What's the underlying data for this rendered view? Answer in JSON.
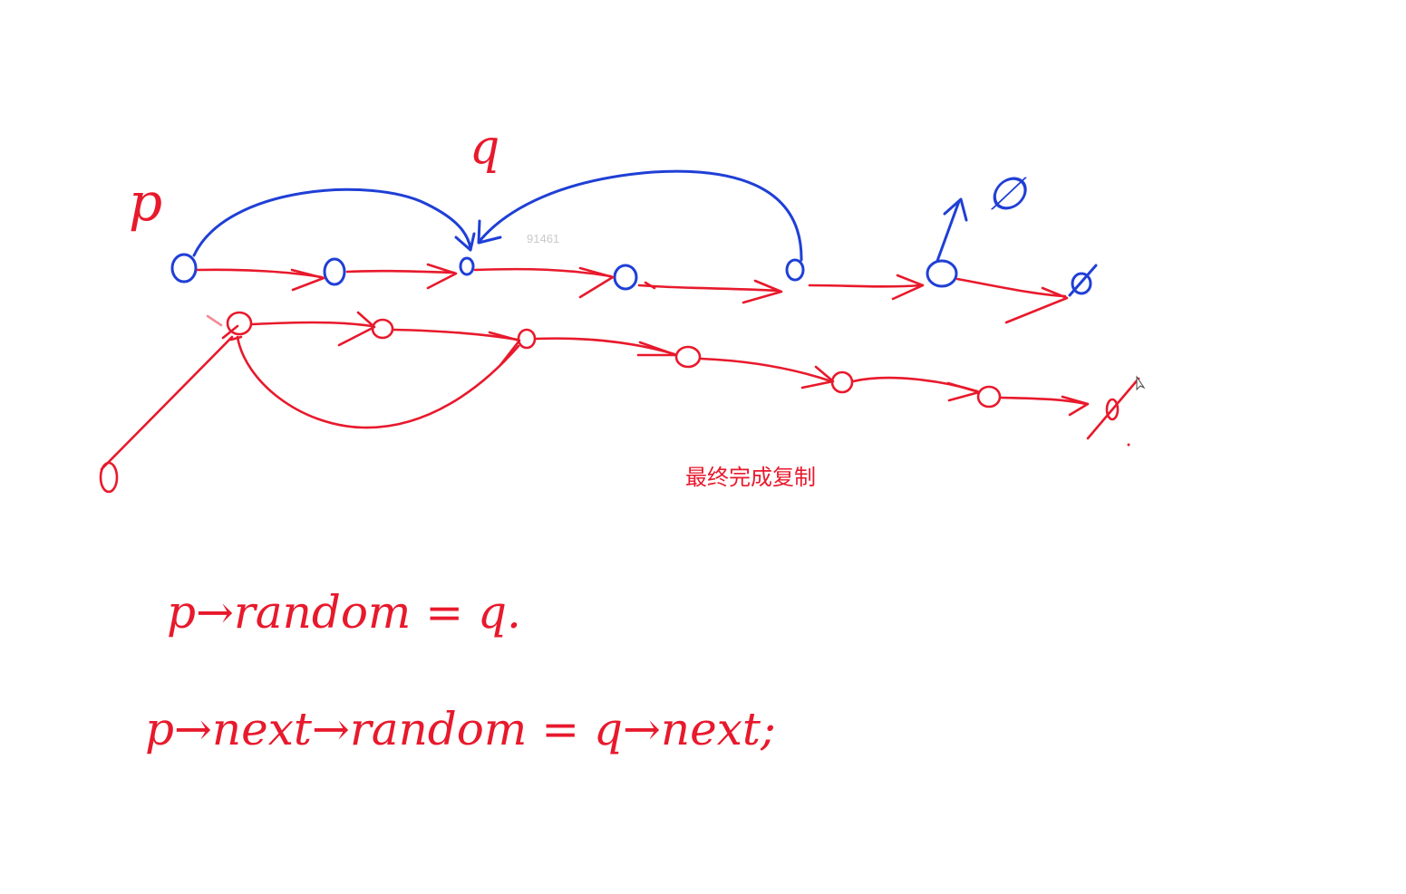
{
  "labels": {
    "p_pointer": "p",
    "q_pointer": "q",
    "null_top": "∅",
    "null_orig_end": "∅",
    "null_copy_end": "∅",
    "watermark": "91461"
  },
  "caption": "最终完成复制",
  "code": {
    "line1": "p→random = q.",
    "line2": "p→next→random = q→next;"
  },
  "colors": {
    "original_list": "#1f3fd6",
    "copied_list": "#e8192c",
    "background": "#ffffff"
  }
}
